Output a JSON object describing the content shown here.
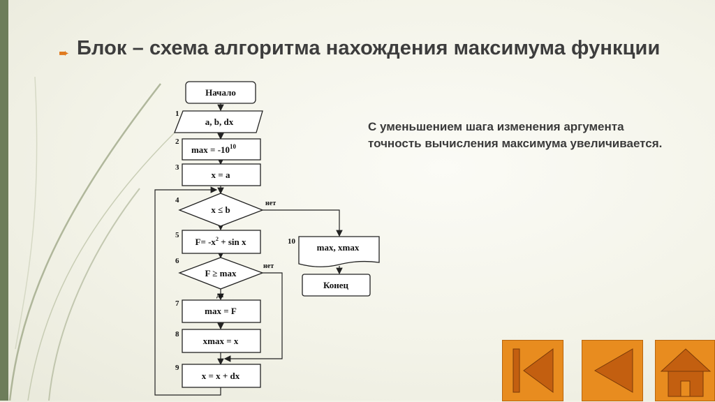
{
  "slide": {
    "title": "Блок – схема алгоритма нахождения максимума функции",
    "note_lines": [
      "С уменьшением шага изменения аргумента",
      "точность вычисления максимума увеличивается."
    ]
  },
  "flowchart": {
    "start": "Начало",
    "block1": "a, b, dx",
    "block2_prefix": "max = -10",
    "block2_exp": "10",
    "block3": "x = a",
    "block4": "x ≤ b",
    "block5_prefix": "F= -x",
    "block5_exp": "2",
    "block5_suffix": " + sin x",
    "block6": "F ≥ max",
    "block7": "max = F",
    "block8": "xmax = x",
    "block9": "x = x + dx",
    "block10": "max, xmax",
    "end": "Конец",
    "no_label_4": "нет",
    "no_label_6": "нет",
    "yes_label_6": "да",
    "numbers": [
      "1",
      "2",
      "3",
      "4",
      "5",
      "6",
      "7",
      "8",
      "9",
      "10"
    ]
  },
  "nav": {
    "first": "first-slide-icon",
    "back": "back-icon",
    "home": "home-icon"
  },
  "colors": {
    "accent": "#e88c1f",
    "band": "#6d7d5a"
  }
}
